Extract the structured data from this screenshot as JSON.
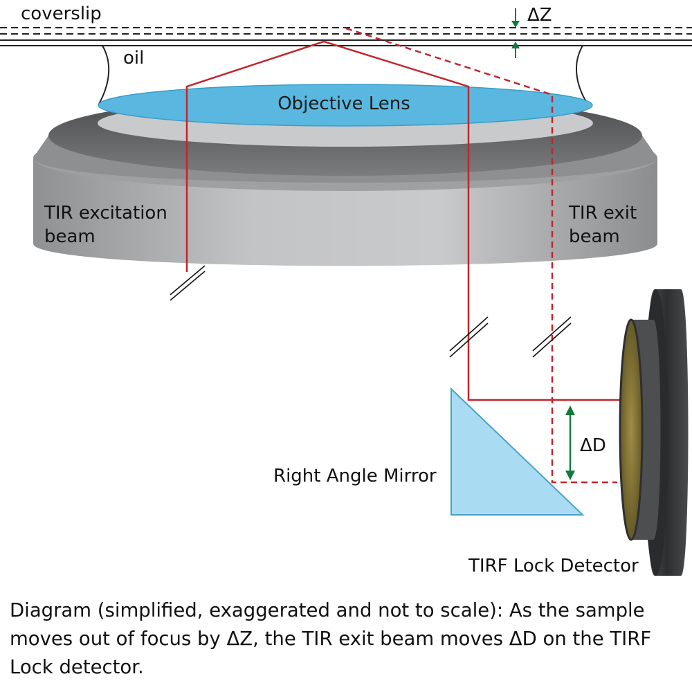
{
  "labels": {
    "coverslip": "coverslip",
    "oil": "oil",
    "objective_lens": "Objective Lens",
    "excitation_beam_line1": "TIR excitation",
    "excitation_beam_line2": "beam",
    "exit_beam_line1": "TIR exit",
    "exit_beam_line2": "beam",
    "delta_z": "ΔZ",
    "delta_d": "ΔD",
    "mirror": "Right Angle Mirror",
    "detector": "TIRF Lock Detector"
  },
  "caption": "Diagram (simplified, exaggerated and not to scale): As the sample moves out of focus by ΔZ, the TIR exit beam moves ΔD on the TIRF Lock detector.",
  "colors": {
    "beam": "#c0262d",
    "arrow": "#0f7a3c",
    "lens": "#5ab8e0",
    "mirror": "#a9dcf2",
    "objective_body": "#b5b6b8",
    "detector_body": "#3b3c3e",
    "detector_face": "#8a7a3a"
  }
}
